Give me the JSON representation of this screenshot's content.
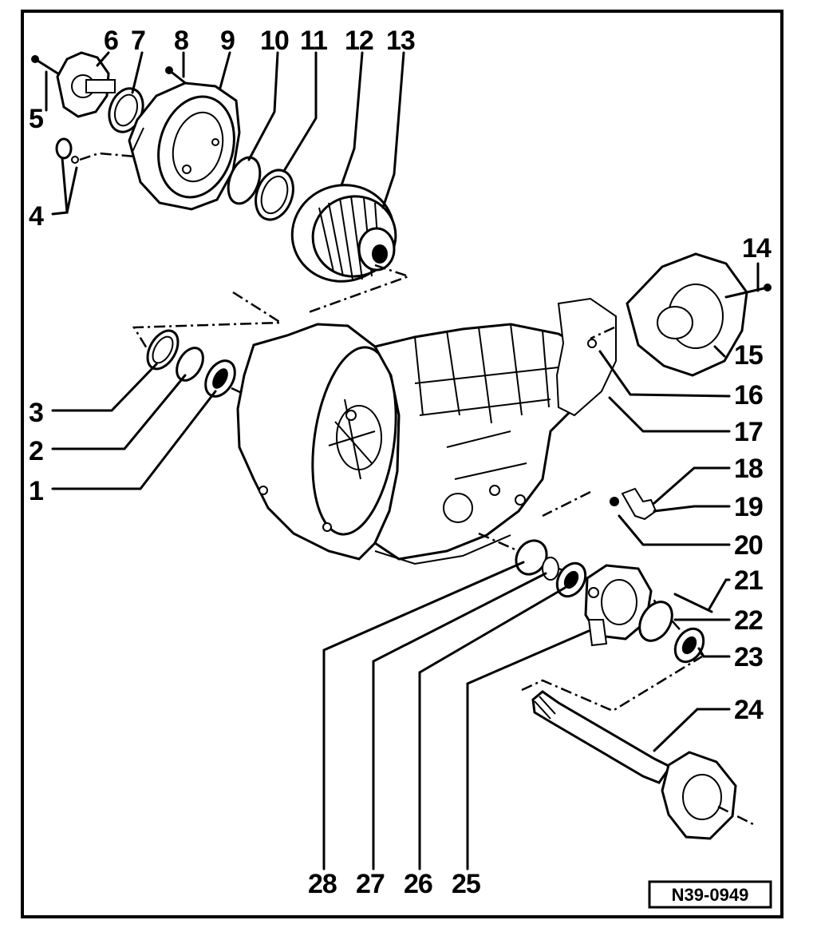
{
  "callouts": {
    "c1": "1",
    "c2": "2",
    "c3": "3",
    "c4": "4",
    "c5": "5",
    "c6": "6",
    "c7": "7",
    "c8": "8",
    "c9": "9",
    "c10": "10",
    "c11": "11",
    "c12": "12",
    "c13": "13",
    "c14": "14",
    "c15": "15",
    "c16": "16",
    "c17": "17",
    "c18": "18",
    "c19": "19",
    "c20": "20",
    "c21": "21",
    "c22": "22",
    "c23": "23",
    "c24": "24",
    "c25": "25",
    "c26": "26",
    "c27": "27",
    "c28": "28"
  },
  "reference_code": "N39-0949"
}
